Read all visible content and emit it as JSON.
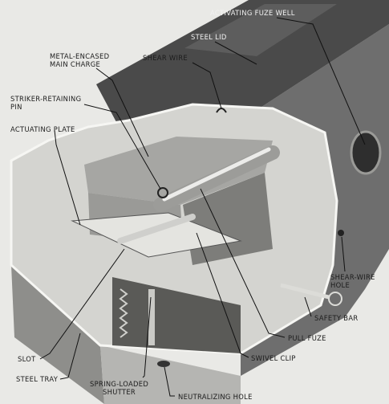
{
  "diagram": {
    "labels": {
      "activating_fuze_well": "ACTIVATING FUZE WELL",
      "steel_lid": "STEEL LID",
      "metal_encased_main_charge": [
        "METAL-ENCASED",
        "MAIN CHARGE"
      ],
      "shear_wire": "SHEAR WIRE",
      "striker_retaining_pin": [
        "STRIKER-RETAINING",
        "PIN"
      ],
      "actuating_plate": "ACTUATING PLATE",
      "shear_wire_hole": [
        "SHEAR-WIRE",
        "HOLE"
      ],
      "safety_bar": "SAFETY BAR",
      "pull_fuze": "PULL FUZE",
      "slot": "SLOT",
      "swivel_clip": "SWIVEL CLIP",
      "steel_tray": "STEEL TRAY",
      "spring_loaded_shutter": [
        "SPRING-LOADED",
        "SHUTTER"
      ],
      "neutralizing_hole": "NEUTRALIZING HOLE"
    },
    "colors": {
      "background": "#e9e9e6",
      "body_dark": "#3e3e3e",
      "body_mid": "#7a7a7a",
      "body_light": "#c9c9c6",
      "highlight": "#efefec",
      "line": "#111111"
    }
  }
}
